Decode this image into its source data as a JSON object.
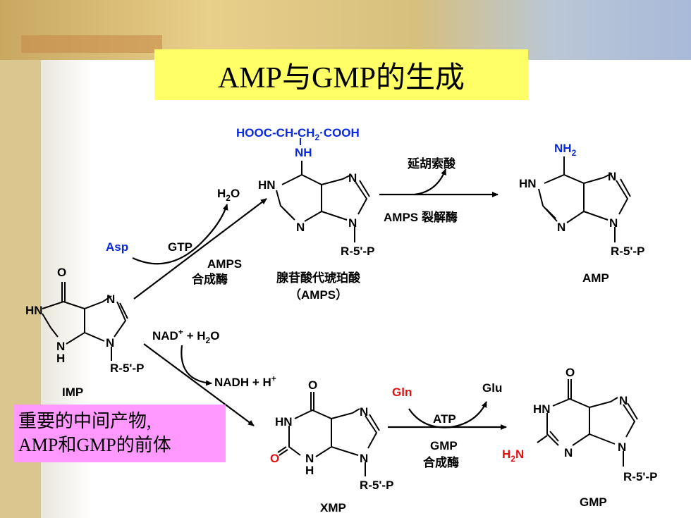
{
  "title": "AMP与GMP的生成",
  "note": {
    "line1": "重要的中间产物,",
    "line2": "AMP和GMP的前体"
  },
  "compounds": {
    "imp": {
      "label": "IMP",
      "substituent": "R-5'-P"
    },
    "amps": {
      "label_cn": "腺苷酸代琥珀酸",
      "label_abbr": "（AMPS）",
      "side_chain_1": "HOOC-CH-CH",
      "side_chain_sub": "2",
      "side_chain_2": "·COOH",
      "substituent": "R-5'-P"
    },
    "amp": {
      "label": "AMP",
      "substituent": "R-5'-P"
    },
    "xmp": {
      "label": "XMP",
      "substituent": "R-5'-P"
    },
    "gmp": {
      "label": "GMP",
      "substituent": "R-5'-P"
    }
  },
  "reactions": {
    "imp_to_amps": {
      "cosubstrate": "Asp",
      "energy": "GTP",
      "product": "H2O",
      "enzyme_1": "AMPS",
      "enzyme_2": "合成酶"
    },
    "amps_to_amp": {
      "release": "延胡索酸",
      "enzyme": "AMPS 裂解酶"
    },
    "imp_to_xmp": {
      "reactant": "NAD+ + H2O",
      "product": "NADH + H+"
    },
    "xmp_to_gmp": {
      "cosubstrate": "Gln",
      "energy": "ATP",
      "product": "Glu",
      "enzyme_1": "GMP",
      "enzyme_2": "合成酶"
    }
  },
  "colors": {
    "title_bg": "#ffff66",
    "note_bg": "#ff99ff",
    "blue": "#0a28e0",
    "red": "#e01010",
    "background": "#d9c38f"
  }
}
